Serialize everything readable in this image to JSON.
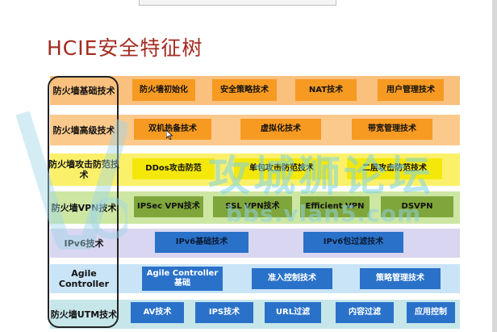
{
  "title": "HCIE安全特征树",
  "rows": [
    {
      "label": "防火墙基础技术",
      "items": [
        "防火墙初始化",
        "安全策略技术",
        "NAT技术",
        "用户管理技术"
      ]
    },
    {
      "label": "防火墙高级技术",
      "items": [
        "双机热备技术",
        "虚拟化技术",
        "带宽管理技术"
      ]
    },
    {
      "label": "防火墙攻击防范技术",
      "items": [
        "DDos攻击防范",
        "单包攻击防范技术",
        "二层攻击防范技术"
      ]
    },
    {
      "label": "防火墙VPN技术",
      "items": [
        "IPSec VPN技术",
        "SSL VPN技术",
        "Efficient VPN",
        "DSVPN"
      ]
    },
    {
      "label": "IPv6技术",
      "items": [
        "IPv6基础技术",
        "IPv6包过滤技术"
      ]
    },
    {
      "label": "Agile Controller",
      "items": [
        "Agile Controller 基础",
        "准入控制技术",
        "策略管理技术"
      ]
    },
    {
      "label": "防火墙UTM技术",
      "items": [
        "AV技术",
        "IPS技术",
        "URL过滤",
        "内容过滤",
        "应用控制"
      ]
    }
  ],
  "watermark": {
    "text": "攻城狮论坛",
    "url": "bbs.vlan5.com"
  },
  "colors": {
    "title": "#a32a1e",
    "orange_band": "#f9c07e",
    "orange_box": "#f79a22",
    "yellow_band": "#fbf06a",
    "yellow_box": "#f4e80a",
    "green_band": "#cde7a3",
    "green_box": "#7fa63a",
    "lavender_band": "#d9d6f1",
    "blue_box": "#2a72c9",
    "lightblue_band": "#c9e4f6",
    "teal_band": "#c6e6ea"
  }
}
